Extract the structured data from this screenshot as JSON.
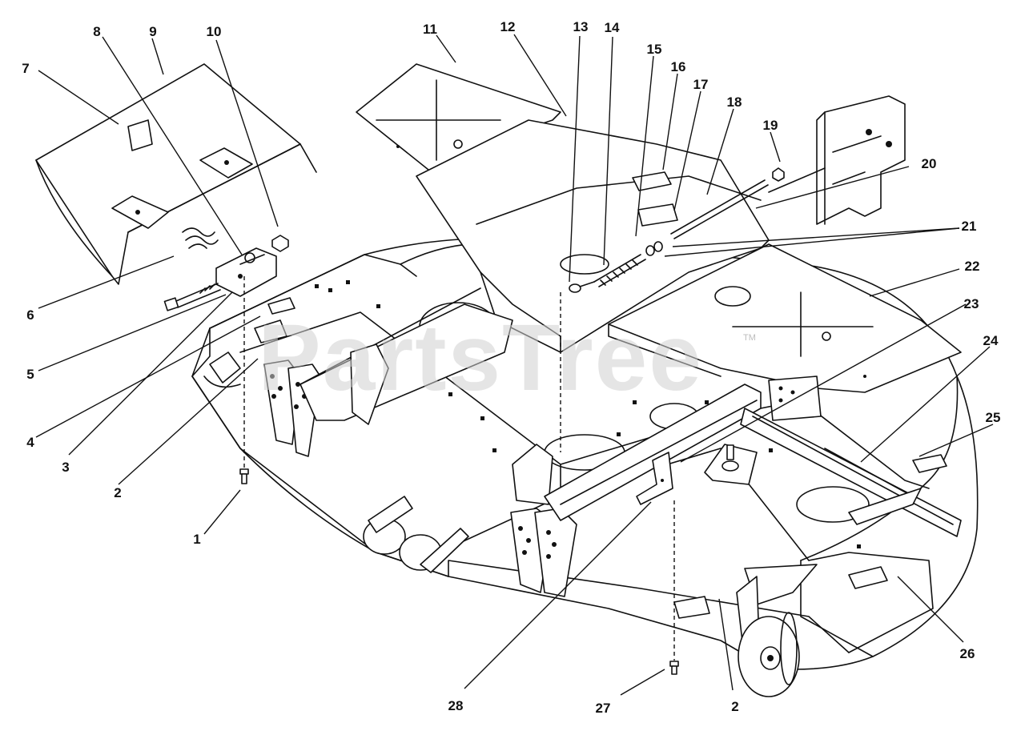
{
  "watermark": {
    "text": "PartsTree",
    "trademark": "TM"
  },
  "callouts": [
    {
      "id": "c1",
      "label": "1"
    },
    {
      "id": "c2a",
      "label": "2"
    },
    {
      "id": "c3",
      "label": "3"
    },
    {
      "id": "c4",
      "label": "4"
    },
    {
      "id": "c5",
      "label": "5"
    },
    {
      "id": "c6",
      "label": "6"
    },
    {
      "id": "c7",
      "label": "7"
    },
    {
      "id": "c8",
      "label": "8"
    },
    {
      "id": "c9",
      "label": "9"
    },
    {
      "id": "c10",
      "label": "10"
    },
    {
      "id": "c11",
      "label": "11"
    },
    {
      "id": "c12",
      "label": "12"
    },
    {
      "id": "c13",
      "label": "13"
    },
    {
      "id": "c14",
      "label": "14"
    },
    {
      "id": "c15",
      "label": "15"
    },
    {
      "id": "c16",
      "label": "16"
    },
    {
      "id": "c17",
      "label": "17"
    },
    {
      "id": "c18",
      "label": "18"
    },
    {
      "id": "c19",
      "label": "19"
    },
    {
      "id": "c20",
      "label": "20"
    },
    {
      "id": "c21",
      "label": "21"
    },
    {
      "id": "c22",
      "label": "22"
    },
    {
      "id": "c23",
      "label": "23"
    },
    {
      "id": "c24",
      "label": "24"
    },
    {
      "id": "c25",
      "label": "25"
    },
    {
      "id": "c26",
      "label": "26"
    },
    {
      "id": "c27",
      "label": "27"
    },
    {
      "id": "c28",
      "label": "28"
    },
    {
      "id": "c2b",
      "label": "2"
    }
  ]
}
